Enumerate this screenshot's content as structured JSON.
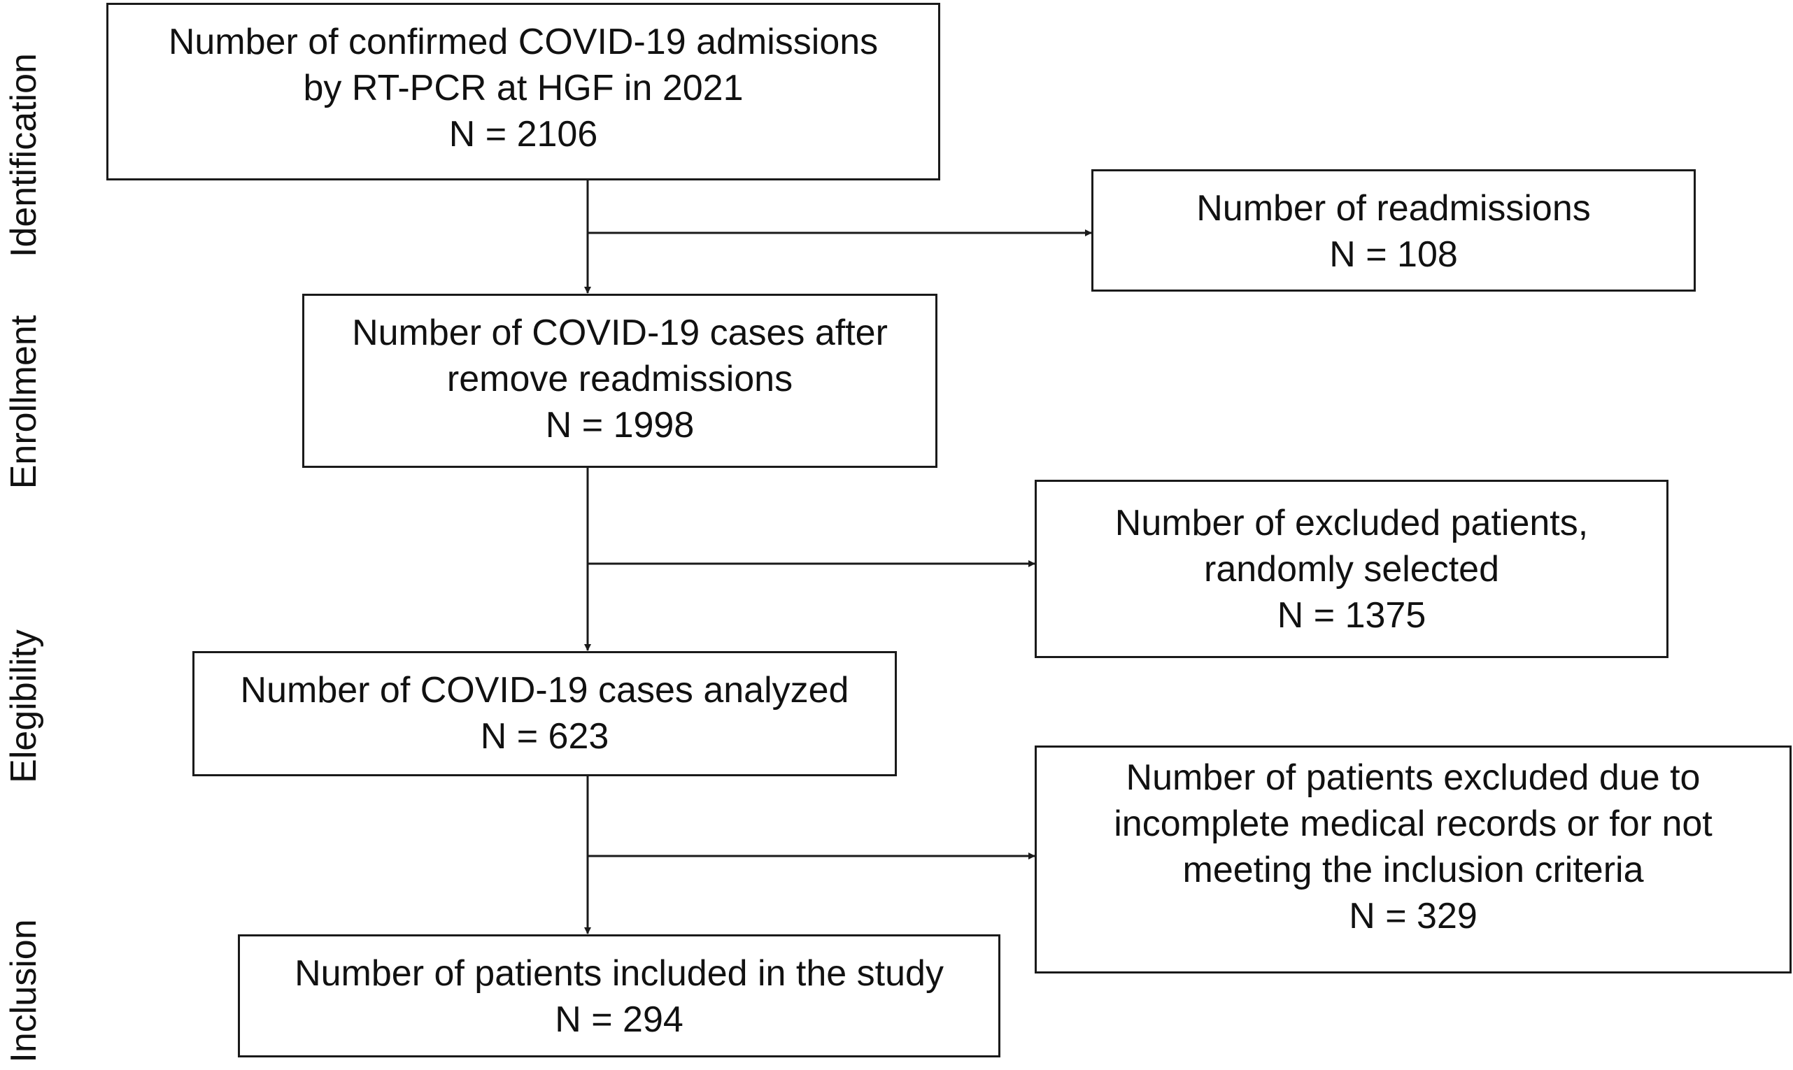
{
  "stages": {
    "identification": "Identification",
    "enrollment": "Enrollment",
    "elegibility": "Elegibility",
    "inclusion": "Inclusion"
  },
  "boxes": {
    "confirmed": {
      "line1": "Number of confirmed COVID-19 admissions",
      "line2": "by RT-PCR at HGF in 2021",
      "n": "N = 2106"
    },
    "readmissions": {
      "line1": "Number of readmissions",
      "n": "N = 108"
    },
    "after_remove": {
      "line1": "Number of COVID-19 cases after",
      "line2": "remove readmissions",
      "n": "N = 1998"
    },
    "excluded_random": {
      "line1": "Number of excluded patients,",
      "line2": "randomly selected",
      "n": "N = 1375"
    },
    "analyzed": {
      "line1": "Number of COVID-19 cases analyzed",
      "n": "N = 623"
    },
    "excluded_incomplete": {
      "line1": "Number of patients excluded due to",
      "line2": "incomplete medical records or for not",
      "line3": "meeting the inclusion criteria",
      "n": "N = 329"
    },
    "included": {
      "line1": "Number of patients included in the study",
      "n": "N = 294"
    }
  }
}
